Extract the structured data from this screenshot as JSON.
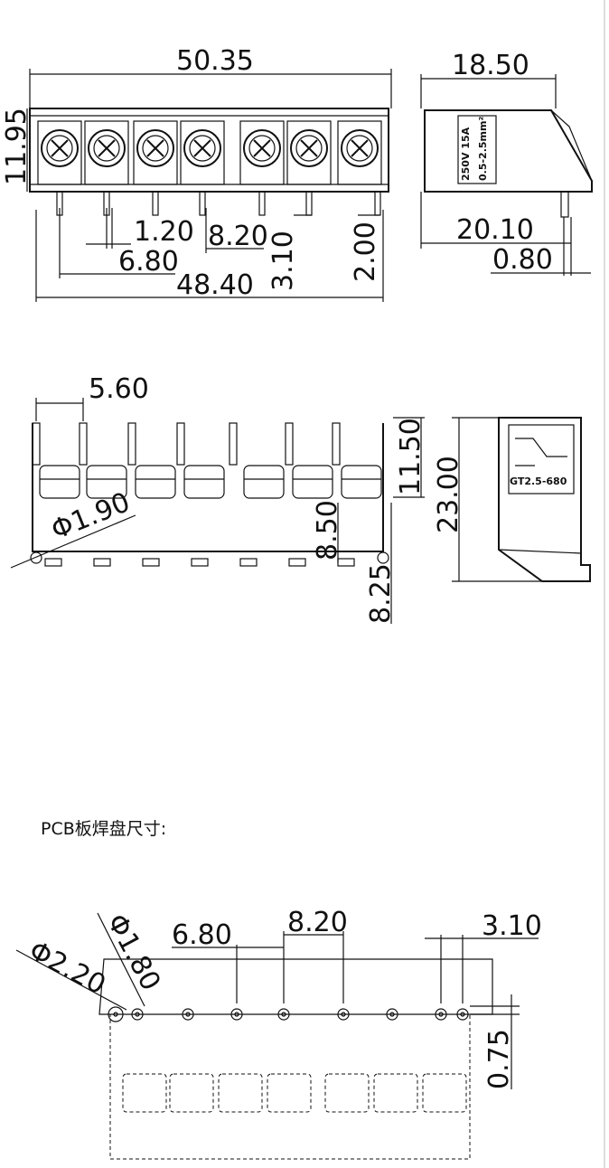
{
  "top_view": {
    "width_total": "50.35",
    "height": "11.95",
    "pin_width": "1.20",
    "pitch_small": "6.80",
    "pitch_mid": "8.20",
    "pin_spacing": "3.10",
    "pin_length": "2.00",
    "pin_span": "48.40"
  },
  "side_view_top": {
    "depth": "18.50",
    "label_line1": "250V 15A",
    "label_line2": "0.5-2.5mm²",
    "depth_bottom": "20.10",
    "pin_offset": "0.80"
  },
  "front_view": {
    "pitch": "5.60",
    "hole_dia": "Φ1.90",
    "height_upper": "11.50",
    "height_total": "23.00",
    "height_mid": "8.50",
    "height_low": "8.25"
  },
  "side_view_front": {
    "model": "GT2.5-680"
  },
  "pcb": {
    "section_label": "PCB板焊盘尺寸:",
    "pad_dia_large": "Φ2.20",
    "pad_dia_small": "Φ1.80",
    "pitch_a": "6.80",
    "pitch_b": "8.20",
    "pitch_c": "3.10",
    "offset": "0.75"
  }
}
